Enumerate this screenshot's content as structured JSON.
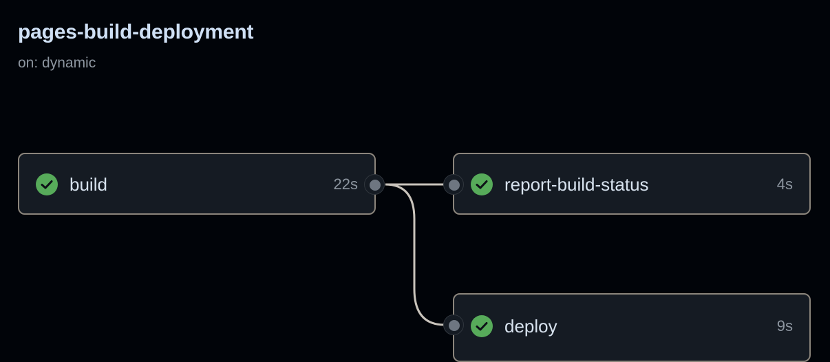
{
  "workflow": {
    "title": "pages-build-deployment",
    "trigger": "on: dynamic"
  },
  "jobs": [
    {
      "name": "build",
      "duration": "22s",
      "status": "success",
      "icon": "check-circle-icon"
    },
    {
      "name": "report-build-status",
      "duration": "4s",
      "status": "success",
      "icon": "check-circle-icon"
    },
    {
      "name": "deploy",
      "duration": "9s",
      "status": "success",
      "icon": "check-circle-icon"
    }
  ],
  "colors": {
    "background": "#010409",
    "job_background": "#151b23",
    "job_border": "#8b857c",
    "success": "#57ab5a",
    "connector": "#c9c4bc"
  }
}
